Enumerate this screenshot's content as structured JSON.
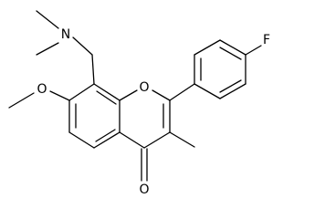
{
  "molecule": {
    "atom_labels": {
      "nitrogen": "N",
      "ring_oxygen": "O",
      "methoxy_oxygen": "O",
      "carbonyl_oxygen": "O",
      "fluorine": "F"
    }
  }
}
